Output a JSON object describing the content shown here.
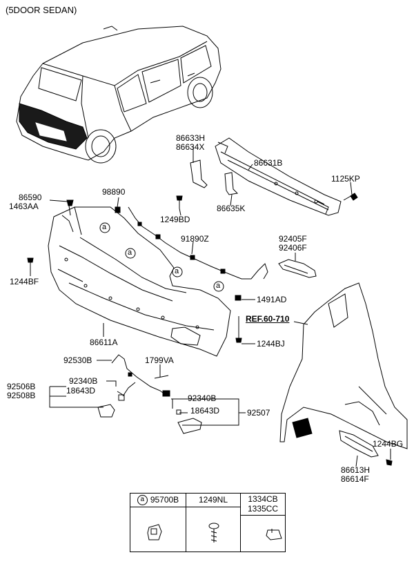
{
  "header": {
    "title": "(5DOOR SEDAN)"
  },
  "reference": {
    "label": "REF.60-710"
  },
  "parts": {
    "p86633H": "86633H",
    "p86634X": "86634X",
    "p86631B": "86631B",
    "p1125KP": "1125KP",
    "p86590": "86590",
    "p1463AA": "1463AA",
    "p98890": "98890",
    "p1249BD": "1249BD",
    "p86635K": "86635K",
    "p92405F": "92405F",
    "p92406F": "92406F",
    "p91890Z": "91890Z",
    "p1244BF": "1244BF",
    "p1491AD": "1491AD",
    "p86611A": "86611A",
    "p1244BJ": "1244BJ",
    "p92530B": "92530B",
    "p1799VA": "1799VA",
    "p92506B": "92506B",
    "p92508B": "92508B",
    "p92340B_a": "92340B",
    "p18643D_a": "18643D",
    "p92340B_b": "92340B",
    "p18643D_b": "18643D",
    "p92507": "92507",
    "p1244BG": "1244BG",
    "p86613H": "86613H",
    "p86614F": "86614F"
  },
  "callout_letter": "a",
  "legend": {
    "col1_code": "95700B",
    "col2_code": "1249NL",
    "col3_code_1": "1334CB",
    "col3_code_2": "1335CC"
  }
}
